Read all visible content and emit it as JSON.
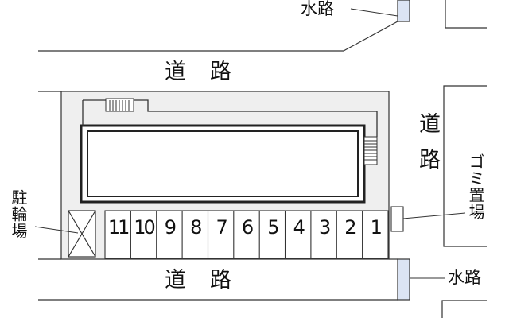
{
  "labels": {
    "road_top": "道路",
    "road_bottom": "道路",
    "road_right": "道路",
    "water_top": "水路",
    "water_bottom": "水路",
    "bicycle_parking": "駐輪場",
    "garbage_area": "ゴミ置場"
  },
  "parking_stalls": [
    "11",
    "10",
    "9",
    "8",
    "7",
    "6",
    "5",
    "4",
    "3",
    "2",
    "1"
  ],
  "colors": {
    "site_fill": "#efefef",
    "waterway_fill": "#dbe4f4",
    "line": "#222222"
  }
}
